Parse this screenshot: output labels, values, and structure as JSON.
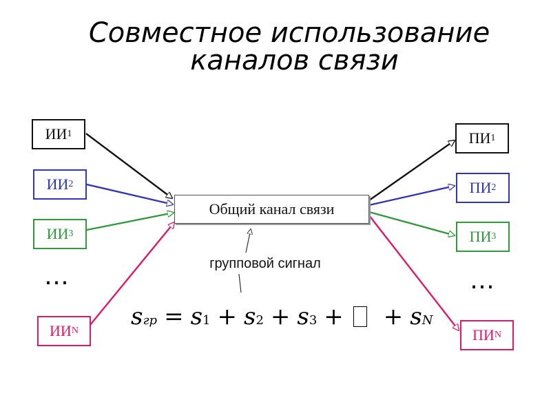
{
  "title": {
    "line1": "Совместное использование",
    "line2": "каналов связи"
  },
  "sources": [
    {
      "label": "ИИ",
      "sub": "1",
      "color": "#111111"
    },
    {
      "label": "ИИ",
      "sub": "2",
      "color": "#2f35b8"
    },
    {
      "label": "ИИ",
      "sub": "3",
      "color": "#2e9a3c"
    },
    {
      "label": "ИИ",
      "sub": "N",
      "color": "#e0176a"
    }
  ],
  "receivers": [
    {
      "label": "ПИ",
      "sub": "1",
      "color": "#111111"
    },
    {
      "label": "ПИ",
      "sub": "2",
      "color": "#2f35b8"
    },
    {
      "label": "ПИ",
      "sub": "3",
      "color": "#2e9a3c"
    },
    {
      "label": "ПИ",
      "sub": "N",
      "color": "#e0176a"
    }
  ],
  "channel": {
    "label": "Общий канал связи"
  },
  "group_signal": {
    "label": "групповой сигнал"
  },
  "ellipsis": "…",
  "formula": {
    "lhs_var": "s",
    "lhs_sub": "гр",
    "eq": "=",
    "terms": [
      {
        "var": "s",
        "sub": "1"
      },
      {
        "var": "s",
        "sub": "2"
      },
      {
        "var": "s",
        "sub": "3"
      }
    ],
    "plus": "+",
    "last": {
      "var": "s",
      "sub": "N"
    }
  }
}
